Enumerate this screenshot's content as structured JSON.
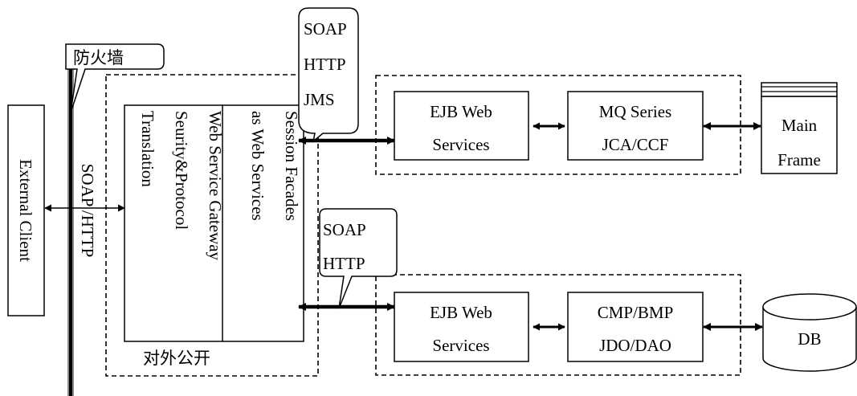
{
  "external_client": {
    "label": "External Client"
  },
  "firewall": {
    "label": "防火墙"
  },
  "soap_http_link": {
    "label": "SOAP /HTTP"
  },
  "public_zone": {
    "label": "对外公开"
  },
  "gateway": {
    "col1": [
      "Web Service Gateway",
      "Seurity&Protocol",
      "Translation"
    ],
    "col2": [
      "Session Facades",
      "as Web Services"
    ]
  },
  "callout_top": {
    "lines": [
      "SOAP",
      "HTTP",
      "JMS"
    ]
  },
  "callout_bottom": {
    "lines": [
      "SOAP",
      "HTTP"
    ]
  },
  "upper_row": {
    "ejb": [
      "EJB Web",
      "Services"
    ],
    "middleware": [
      "MQ Series",
      "JCA/CCF"
    ],
    "backend": [
      "Main",
      "Frame"
    ]
  },
  "lower_row": {
    "ejb": [
      "EJB Web",
      "Services"
    ],
    "middleware": [
      "CMP/BMP",
      "JDO/DAO"
    ],
    "backend": [
      "DB"
    ]
  },
  "colors": {
    "stroke": "#000000",
    "firewall_fill": "#8a8a8a",
    "background": "#ffffff"
  }
}
